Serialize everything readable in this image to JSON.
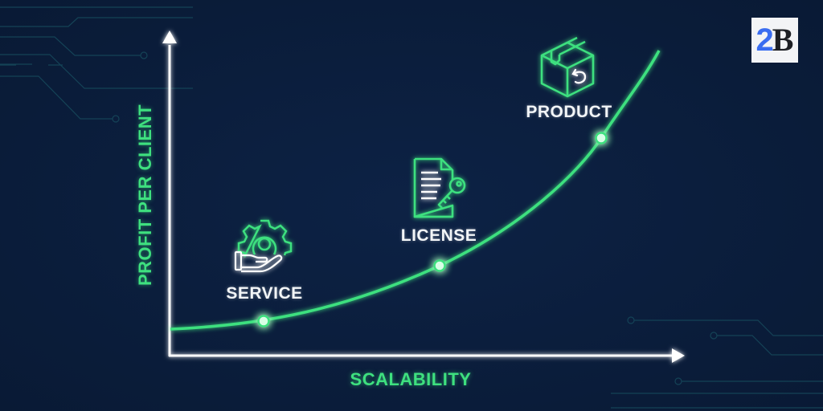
{
  "diagram": {
    "colors": {
      "background": "#0b1e3d",
      "accent_green": "#3ee07f",
      "axis": "#ffffff",
      "circuit": "#17495a",
      "text_light": "#f2f5f7"
    },
    "axes": {
      "y_label": "PROFIT PER CLIENT",
      "x_label": "SCALABILITY"
    },
    "nodes": [
      {
        "label": "SERVICE",
        "icon": "gear-hand-icon"
      },
      {
        "label": "LICENSE",
        "icon": "document-key-icon"
      },
      {
        "label": "PRODUCT",
        "icon": "box-return-icon"
      }
    ],
    "logo": {
      "number": "2",
      "letter": "B"
    }
  },
  "chart_data": {
    "type": "line",
    "title": "",
    "xlabel": "SCALABILITY",
    "ylabel": "PROFIT PER CLIENT",
    "description": "Exponential growth curve of profit per client versus scalability",
    "categories": [
      "SERVICE",
      "LICENSE",
      "PRODUCT"
    ],
    "values": [
      0.1,
      0.35,
      0.85
    ],
    "grid": false,
    "legend": "none"
  }
}
